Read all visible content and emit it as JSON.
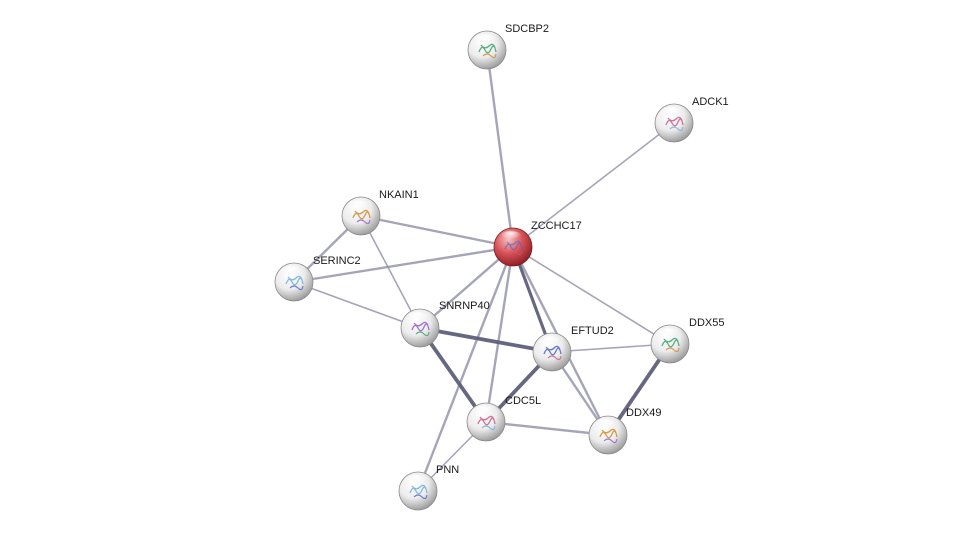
{
  "network": {
    "colors": {
      "query_node": "#d9545a",
      "partner_node": "#e4e4e4",
      "edge": "#8e8ea8",
      "edge_strong": "#5e607a"
    },
    "nodes": [
      {
        "id": "ZCCHC17",
        "label": "ZCCHC17",
        "query": true
      },
      {
        "id": "SDCBP2",
        "label": "SDCBP2",
        "query": false
      },
      {
        "id": "ADCK1",
        "label": "ADCK1",
        "query": false
      },
      {
        "id": "NKAIN1",
        "label": "NKAIN1",
        "query": false
      },
      {
        "id": "SERINC2",
        "label": "SERINC2",
        "query": false
      },
      {
        "id": "SNRNP40",
        "label": "SNRNP40",
        "query": false
      },
      {
        "id": "EFTUD2",
        "label": "EFTUD2",
        "query": false
      },
      {
        "id": "DDX55",
        "label": "DDX55",
        "query": false
      },
      {
        "id": "CDC5L",
        "label": "CDC5L",
        "query": false
      },
      {
        "id": "DDX49",
        "label": "DDX49",
        "query": false
      },
      {
        "id": "PNN",
        "label": "PNN",
        "query": false
      }
    ],
    "edges": [
      {
        "source": "ZCCHC17",
        "target": "SDCBP2",
        "strength": 2
      },
      {
        "source": "ZCCHC17",
        "target": "ADCK1",
        "strength": 1
      },
      {
        "source": "ZCCHC17",
        "target": "NKAIN1",
        "strength": 2
      },
      {
        "source": "ZCCHC17",
        "target": "SERINC2",
        "strength": 2
      },
      {
        "source": "ZCCHC17",
        "target": "SNRNP40",
        "strength": 2
      },
      {
        "source": "ZCCHC17",
        "target": "EFTUD2",
        "strength": 3
      },
      {
        "source": "ZCCHC17",
        "target": "DDX55",
        "strength": 1
      },
      {
        "source": "ZCCHC17",
        "target": "CDC5L",
        "strength": 2
      },
      {
        "source": "ZCCHC17",
        "target": "DDX49",
        "strength": 2
      },
      {
        "source": "ZCCHC17",
        "target": "PNN",
        "strength": 2
      },
      {
        "source": "NKAIN1",
        "target": "SERINC2",
        "strength": 2
      },
      {
        "source": "NKAIN1",
        "target": "SNRNP40",
        "strength": 1
      },
      {
        "source": "SERINC2",
        "target": "SNRNP40",
        "strength": 1
      },
      {
        "source": "SNRNP40",
        "target": "EFTUD2",
        "strength": 4
      },
      {
        "source": "SNRNP40",
        "target": "CDC5L",
        "strength": 4
      },
      {
        "source": "EFTUD2",
        "target": "CDC5L",
        "strength": 4
      },
      {
        "source": "EFTUD2",
        "target": "DDX55",
        "strength": 1
      },
      {
        "source": "EFTUD2",
        "target": "DDX49",
        "strength": 2
      },
      {
        "source": "CDC5L",
        "target": "DDX49",
        "strength": 2
      },
      {
        "source": "CDC5L",
        "target": "PNN",
        "strength": 1
      },
      {
        "source": "DDX55",
        "target": "DDX49",
        "strength": 4
      }
    ]
  }
}
